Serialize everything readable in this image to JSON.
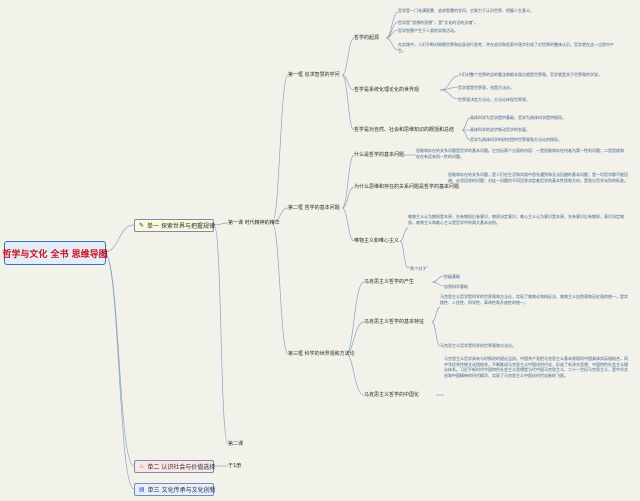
{
  "root": {
    "title": "哲学与文化 全书 思维导图"
  },
  "units": [
    {
      "label": "单一 探索世界与把握规律",
      "icon": "pencil-icon"
    },
    {
      "label": "单二 认识社会与价值选择",
      "icon": "flame-icon"
    },
    {
      "label": "单三 文化传承与文化创新",
      "icon": "book-icon"
    }
  ],
  "unit1": {
    "lesson1": "第一课 时代精神的精华",
    "lesson2": "第二课",
    "sections": [
      "第一框 追求智慧的学问",
      "第二框 哲学的基本问题",
      "第三框 科学的世界观和方法论"
    ]
  },
  "unit2": {
    "lesson": "于1册"
  },
  "sec1": {
    "topics": [
      "哲学的起源",
      "哲学是系统化理论化的世界观",
      "哲学是对自然、社会和思维知识的概括和总结"
    ],
    "origin_items": [
      "哲学是一门充满智慧、追求智慧的学问，它致力于认识世界，把握人生意义。",
      "哲学是“思想的思想”，是“文化的活的灵魂”。",
      "哲学智慧产生于人类的实践活动。",
      "在实践中，人们不断对周围世界和自身进行思考，并在追问和思索中逐步形成了对世界的整体认识。哲学就在这一过程中产生。"
    ],
    "worldview_items": [
      "人们对整个世界的总的看法和根本观点就是世界观。哲学就是关于世界观的学说。",
      "哲学就是世界观，也是方法论。",
      "世界观决定方法论，方法论体现世界观。"
    ],
    "summary_items": [
      "具体科学为哲学提供基础，哲学为具体科学提供指导。",
      "具体科学的进步推动哲学的发展。",
      "哲学为具体科学的研究提供世界观和方法论的指导。"
    ]
  },
  "sec2": {
    "topics": [
      "什么是哲学的基本问题",
      "为什么思维和存在的关系问题是哲学的基本问题",
      "唯物主义和唯心主义"
    ],
    "q1_text": "思维和存在的关系问题是哲学的基本问题。它包括两个方面的内容：一是思维和存在何者为第一性的问题；二是思维和存在有没有同一性的问题。",
    "q2_text": "思维和存在的关系问题，是人们在生活和实践中首先遇到和无法回避的基本问题；是一切哲学都不能回避、必须回答的问题；对这一问题的不同回答决定着哲学的基本性质和方向，是划分哲学派别的标准。",
    "q3_text": "唯物主义认为物质是本原，先有物质后有意识，物质决定意识；唯心主义认为意识是本原，先有意识后有物质，意识决定物质。唯物主义和唯心主义是哲学中的两大基本派别。",
    "q3_note": "“两个对子”"
  },
  "sec3": {
    "topics": [
      "马克思主义哲学的产生",
      "马克思主义哲学的基本特征",
      "马克思主义哲学的中国化"
    ],
    "birth_items": [
      "阶级基础",
      "自然科学基础"
    ],
    "feature_text": "马克思主义哲学是科学的世界观和方法论，实现了唯物论和辩证法、唯物主义自然观和历史观的统一，是实践性、人民性、科学性、革命性和开放性的统一。",
    "feature_note": "马克思主义哲学是科学的世界观和方法论。",
    "china_text": "马克思主义哲学具有与时俱进的理论品质。中国共产党把马克思主义基本原理同中国具体实际相结合，同中华优秀传统文化相结合，不断推进马克思主义中国化时代化，形成了毛泽东思想、中国特色社会主义理论体系。习近平新时代中国特色社会主义思想是当代中国马克思主义、二十一世纪马克思主义，是中华文化和中国精神的时代精华，实现了马克思主义中国化时代化新的飞跃。"
  }
}
